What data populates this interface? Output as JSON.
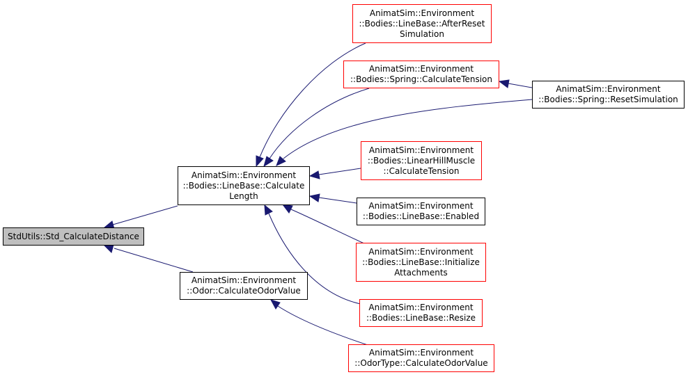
{
  "colors": {
    "edge": "#191970",
    "red_border": "#ff0000",
    "black_border": "#000000",
    "root_fill": "#bfbfbf"
  },
  "nodes": {
    "std_calculate_distance": {
      "lines": [
        "StdUtils::Std_CalculateDistance"
      ]
    },
    "linebase_calculate_length": {
      "lines": [
        "AnimatSim::Environment",
        "::Bodies::LineBase::Calculate",
        "Length"
      ]
    },
    "odor_calculate_odor_value": {
      "lines": [
        "AnimatSim::Environment",
        "::Odor::CalculateOdorValue"
      ]
    },
    "linebase_after_reset_simulation": {
      "lines": [
        "AnimatSim::Environment",
        "::Bodies::LineBase::AfterReset",
        "Simulation"
      ]
    },
    "spring_calculate_tension": {
      "lines": [
        "AnimatSim::Environment",
        "::Bodies::Spring::CalculateTension"
      ]
    },
    "spring_reset_simulation": {
      "lines": [
        "AnimatSim::Environment",
        "::Bodies::Spring::ResetSimulation"
      ]
    },
    "linear_hill_muscle_calculate_tension": {
      "lines": [
        "AnimatSim::Environment",
        "::Bodies::LinearHillMuscle",
        "::CalculateTension"
      ]
    },
    "linebase_enabled": {
      "lines": [
        "AnimatSim::Environment",
        "::Bodies::LineBase::Enabled"
      ]
    },
    "linebase_initialize_attachments": {
      "lines": [
        "AnimatSim::Environment",
        "::Bodies::LineBase::Initialize",
        "Attachments"
      ]
    },
    "linebase_resize": {
      "lines": [
        "AnimatSim::Environment",
        "::Bodies::LineBase::Resize"
      ]
    },
    "odortype_calculate_odor_value": {
      "lines": [
        "AnimatSim::Environment",
        "::OdorType::CalculateOdorValue"
      ]
    }
  }
}
